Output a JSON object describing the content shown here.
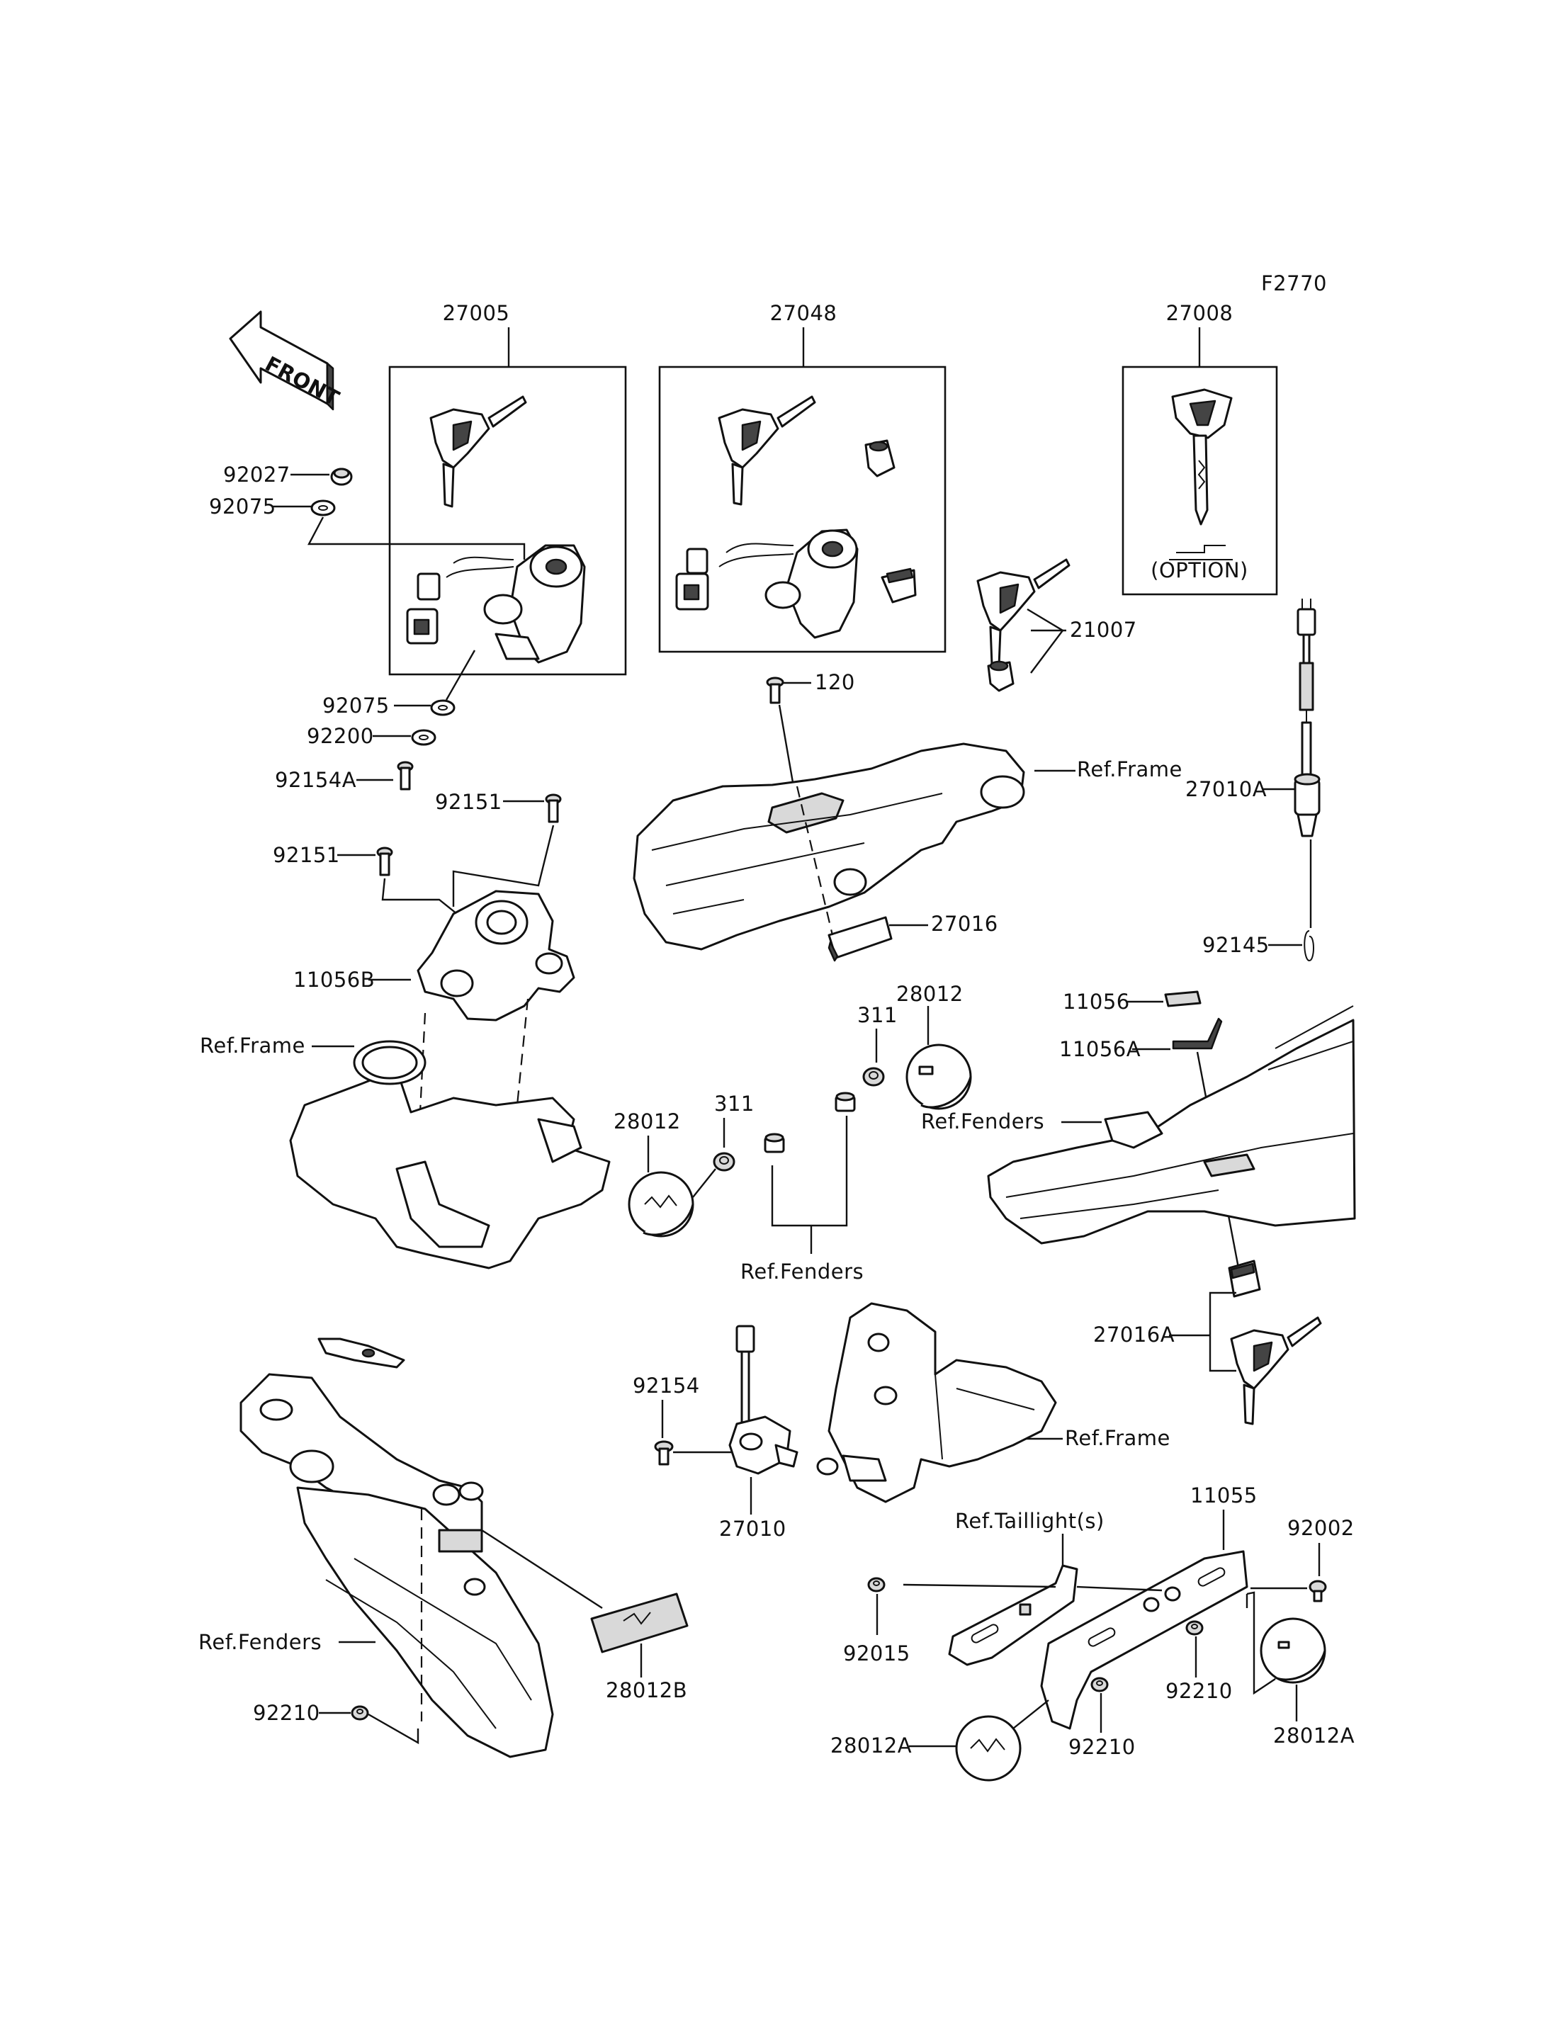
{
  "figure_code": "F2770",
  "front_label": "FRONT",
  "box_labels": {
    "ignition_set": "27005",
    "switch_set": "27048",
    "option_key": "27008",
    "option_text": "(OPTION)"
  },
  "parts": {
    "p92027": "92027",
    "p92075a": "92075",
    "p92075b": "92075",
    "p92200": "92200",
    "p92154A": "92154A",
    "p92151a": "92151",
    "p92151b": "92151",
    "p11056B": "11056B",
    "p120": "120",
    "p21007": "21007",
    "p27010A": "27010A",
    "p92145": "92145",
    "p27016": "27016",
    "p28012a": "28012",
    "p28012b": "28012",
    "p311a": "311",
    "p311b": "311",
    "p11056": "11056",
    "p11056A": "11056A",
    "p27016A": "27016A",
    "p92154": "92154",
    "p27010": "27010",
    "p11055": "11055",
    "p92002": "92002",
    "p92015": "92015",
    "p92210a": "92210",
    "p92210b": "92210",
    "p92210c": "92210",
    "p28012A_a": "28012A",
    "p28012A_b": "28012A",
    "p28012B": "28012B"
  },
  "refs": {
    "frame_top": "Ref.Frame",
    "frame_left": "Ref.Frame",
    "frame_bottom": "Ref.Frame",
    "fenders_center": "Ref.Fenders",
    "fenders_right": "Ref.Fenders",
    "fenders_left": "Ref.Fenders",
    "taillights": "Ref.Taillight(s)"
  }
}
